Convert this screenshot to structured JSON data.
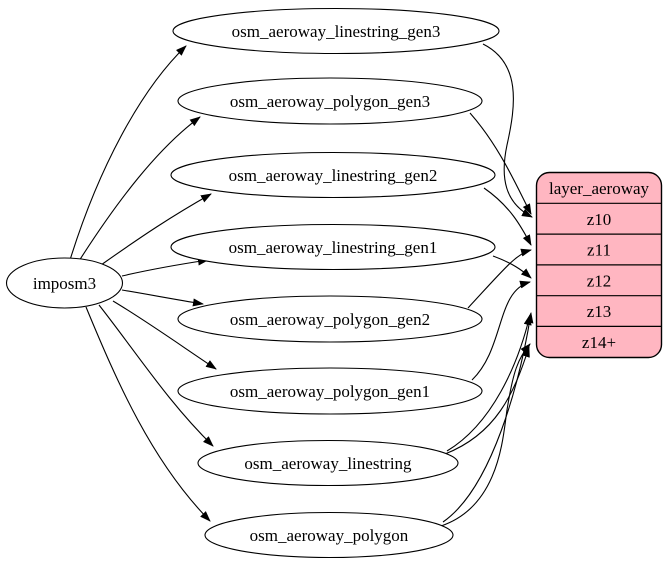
{
  "diagram": {
    "kind": "etl-graph",
    "source_node": {
      "label": "imposm3"
    },
    "tables": [
      {
        "id": "osm_aeroway_linestring_gen3",
        "label": "osm_aeroway_linestring_gen3"
      },
      {
        "id": "osm_aeroway_polygon_gen3",
        "label": "osm_aeroway_polygon_gen3"
      },
      {
        "id": "osm_aeroway_linestring_gen2",
        "label": "osm_aeroway_linestring_gen2"
      },
      {
        "id": "osm_aeroway_linestring_gen1",
        "label": "osm_aeroway_linestring_gen1"
      },
      {
        "id": "osm_aeroway_polygon_gen2",
        "label": "osm_aeroway_polygon_gen2"
      },
      {
        "id": "osm_aeroway_polygon_gen1",
        "label": "osm_aeroway_polygon_gen1"
      },
      {
        "id": "osm_aeroway_linestring",
        "label": "osm_aeroway_linestring"
      },
      {
        "id": "osm_aeroway_polygon",
        "label": "osm_aeroway_polygon"
      }
    ],
    "layer": {
      "title": "layer_aeroway",
      "rows": [
        {
          "label": "z10"
        },
        {
          "label": "z11"
        },
        {
          "label": "z12"
        },
        {
          "label": "z13"
        },
        {
          "label": "z14+"
        }
      ]
    },
    "edges": [
      {
        "from": "imposm3",
        "to": "osm_aeroway_linestring_gen3"
      },
      {
        "from": "imposm3",
        "to": "osm_aeroway_polygon_gen3"
      },
      {
        "from": "imposm3",
        "to": "osm_aeroway_linestring_gen2"
      },
      {
        "from": "imposm3",
        "to": "osm_aeroway_linestring_gen1"
      },
      {
        "from": "imposm3",
        "to": "osm_aeroway_polygon_gen2"
      },
      {
        "from": "imposm3",
        "to": "osm_aeroway_polygon_gen1"
      },
      {
        "from": "imposm3",
        "to": "osm_aeroway_linestring"
      },
      {
        "from": "imposm3",
        "to": "osm_aeroway_polygon"
      },
      {
        "from": "osm_aeroway_linestring_gen3",
        "to": "layer_aeroway.z10"
      },
      {
        "from": "osm_aeroway_polygon_gen3",
        "to": "layer_aeroway.z10"
      },
      {
        "from": "osm_aeroway_linestring_gen2",
        "to": "layer_aeroway.z11"
      },
      {
        "from": "osm_aeroway_polygon_gen2",
        "to": "layer_aeroway.z11"
      },
      {
        "from": "osm_aeroway_linestring_gen1",
        "to": "layer_aeroway.z12"
      },
      {
        "from": "osm_aeroway_polygon_gen1",
        "to": "layer_aeroway.z12"
      },
      {
        "from": "osm_aeroway_linestring",
        "to": "layer_aeroway.z13"
      },
      {
        "from": "osm_aeroway_linestring",
        "to": "layer_aeroway.z14+"
      },
      {
        "from": "osm_aeroway_polygon",
        "to": "layer_aeroway.z13"
      },
      {
        "from": "osm_aeroway_polygon",
        "to": "layer_aeroway.z14+"
      }
    ],
    "colors": {
      "layer_fill": "#ffb6c1",
      "node_fill": "#ffffff",
      "stroke": "#000000"
    }
  }
}
